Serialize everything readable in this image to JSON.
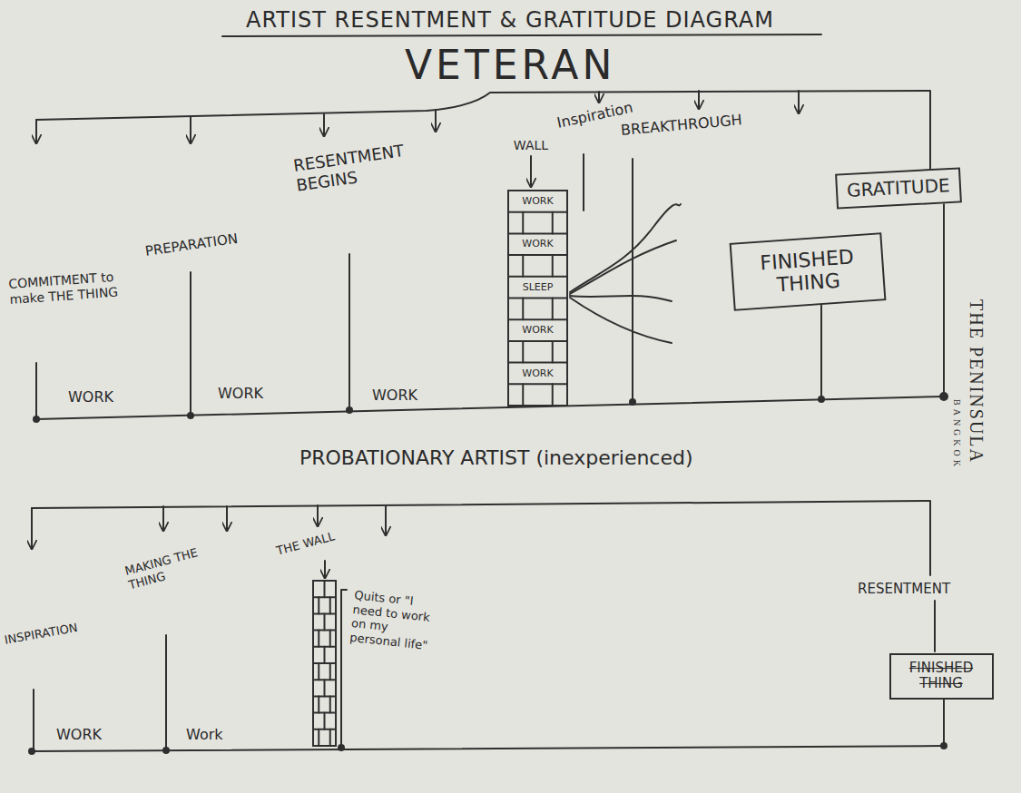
{
  "diagram": {
    "title": "ARTIST RESENTMENT & GRATITUDE DIAGRAM",
    "nodes": [
      {
        "text": [
          "WALL",
          "WORK",
          "WORK",
          "SLEEP",
          "WORK",
          "WORK"
        ]
      },
      {
        "text": [
          "GRATITUDE"
        ]
      },
      {
        "text": [
          "FINISHED THING"
        ]
      },
      {
        "text": [
          "FINISHED THING"
        ]
      }
    ],
    "labels": [
      "VETERAN",
      "COMMITMENT to make THE THING",
      "WORK",
      "PREPARATION",
      "WORK",
      "RESENTMENT BEGINS",
      "WORK",
      "Inspiration",
      "BREAKTHROUGH",
      "THE PENINSULA",
      "BANGKOK",
      "PROBATIONARY ARTIST (inexperienced)",
      "INSPIRATION",
      "WORK",
      "MAKING THE THING",
      "Work",
      "THE WALL",
      "Quits or \"I need to work on my personal life\"",
      "RESENTMENT"
    ]
  }
}
